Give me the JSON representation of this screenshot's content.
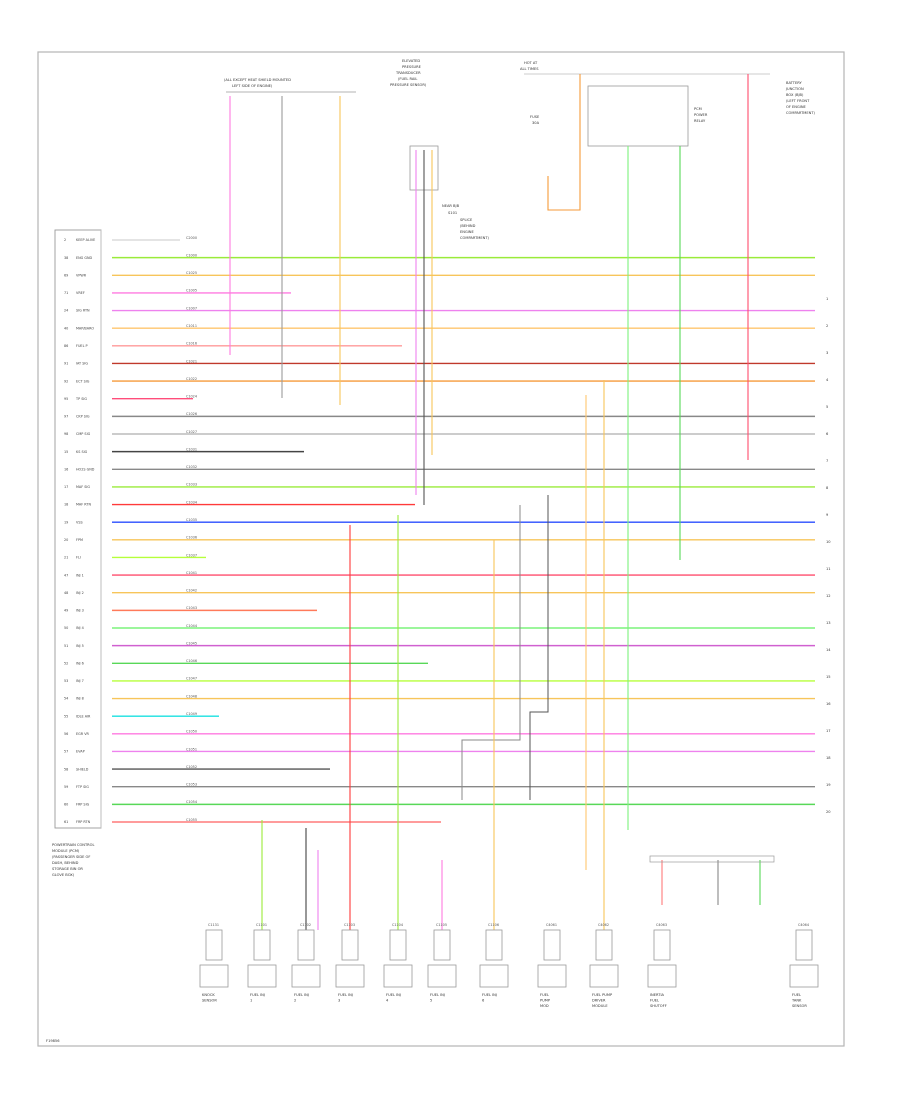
{
  "figure_code": "F19856",
  "pcm_label": [
    "POWERTRAIN CONTROL",
    "MODULE (PCM)",
    "(PASSENGER SIDE OF",
    "DASH, BEHIND",
    "STORAGE BIN OR",
    "GLOVE BOX)"
  ],
  "hot_at": [
    "HOT AT",
    "ALL TIMES"
  ],
  "junction_box": [
    "BATTERY",
    "JUNCTION",
    "BOX (BJB)",
    "(LEFT FRONT",
    "OF ENGINE",
    "COMPARTMENT)"
  ],
  "top_connector": [
    "(ALL EXCEPT HEAT SHIELD MOUNTED",
    "LEFT SIDE OF ENGINE)"
  ],
  "pressure_sensor": [
    "ELEVATED",
    "PRESSURE",
    "TRANSDUCER",
    "(FUEL RAIL",
    "PRESSURE SENSOR)"
  ],
  "splice_note": [
    "NEAR BJB",
    "S101",
    "SPLICE",
    "(BEHIND",
    "ENGINE",
    "COMPARTMENT)"
  ],
  "fuse_note": [
    "FUSE",
    "30A"
  ],
  "relay_note": [
    "PCM",
    "POWER",
    "RELAY"
  ],
  "wire_rows": [
    {
      "pin": "2",
      "label": "KEEP ALIVE",
      "color": "#dcdcdc",
      "code": "C2000"
    },
    {
      "pin": "38",
      "label": "ENG GND",
      "color": "#9aeb3a",
      "code": "C1000"
    },
    {
      "pin": "69",
      "label": "VPWR",
      "color": "#f7c55a",
      "code": "C1025"
    },
    {
      "pin": "71",
      "label": "VREF",
      "color": "#ff7ae0",
      "code": "C1005"
    },
    {
      "pin": "24",
      "label": "SIG RTN",
      "color": "#ee82ee",
      "code": "C1007"
    },
    {
      "pin": "40",
      "label": "MAP/BARO",
      "color": "#ffc66e",
      "code": "C1011"
    },
    {
      "pin": "86",
      "label": "FUEL P",
      "color": "#ff9a9a",
      "code": "C1016"
    },
    {
      "pin": "91",
      "label": "IAT SIG",
      "color": "#c0392b",
      "code": "C1021"
    },
    {
      "pin": "92",
      "label": "ECT SIG",
      "color": "#f59a3a",
      "code": "C1022"
    },
    {
      "pin": "95",
      "label": "TP SIG",
      "color": "#ff4d7a",
      "code": "C1024"
    },
    {
      "pin": "97",
      "label": "CKP SIG",
      "color": "#888888",
      "code": "C1026"
    },
    {
      "pin": "98",
      "label": "CMP SIG",
      "color": "#bbbbbb",
      "code": "C1027"
    },
    {
      "pin": "15",
      "label": "KS SIG",
      "color": "#444444",
      "code": "C1031"
    },
    {
      "pin": "16",
      "label": "HO2S GND",
      "color": "#888888",
      "code": "C1032"
    },
    {
      "pin": "17",
      "label": "MAF SIG",
      "color": "#9aeb3a",
      "code": "C1033"
    },
    {
      "pin": "18",
      "label": "MAF RTN",
      "color": "#ff3a3a",
      "code": "C1034"
    },
    {
      "pin": "19",
      "label": "VSS",
      "color": "#2a4dff",
      "code": "C1035"
    },
    {
      "pin": "20",
      "label": "FPM",
      "color": "#f7c55a",
      "code": "C1036"
    },
    {
      "pin": "21",
      "label": "FLI",
      "color": "#b6ff3a",
      "code": "C1037"
    },
    {
      "pin": "47",
      "label": "INJ 1",
      "color": "#ff4d6d",
      "code": "C1041"
    },
    {
      "pin": "48",
      "label": "INJ 2",
      "color": "#f7c55a",
      "code": "C1042"
    },
    {
      "pin": "49",
      "label": "INJ 3",
      "color": "#ff7a5a",
      "code": "C1043"
    },
    {
      "pin": "50",
      "label": "INJ 4",
      "color": "#7cf37c",
      "code": "C1044"
    },
    {
      "pin": "51",
      "label": "INJ 5",
      "color": "#d060d0",
      "code": "C1045"
    },
    {
      "pin": "52",
      "label": "INJ 6",
      "color": "#58d858",
      "code": "C1046"
    },
    {
      "pin": "53",
      "label": "INJ 7",
      "color": "#b6ff3a",
      "code": "C1047"
    },
    {
      "pin": "54",
      "label": "INJ 8",
      "color": "#f7c55a",
      "code": "C1048"
    },
    {
      "pin": "55",
      "label": "IDLE AIR",
      "color": "#19e0e0",
      "code": "C1049"
    },
    {
      "pin": "56",
      "label": "EGR VR",
      "color": "#ff7ae0",
      "code": "C1050"
    },
    {
      "pin": "57",
      "label": "EVAP",
      "color": "#ee82ee",
      "code": "C1051"
    },
    {
      "pin": "58",
      "label": "SHIELD",
      "color": "#555555",
      "code": "C1052"
    },
    {
      "pin": "59",
      "label": "FTP SIG",
      "color": "#888888",
      "code": "C1053"
    },
    {
      "pin": "60",
      "label": "FRP SIG",
      "color": "#58d858",
      "code": "C1054"
    },
    {
      "pin": "61",
      "label": "FRP RTN",
      "color": "#ff7a7a",
      "code": "C1055"
    }
  ],
  "bottom_components": [
    {
      "label": [
        "KNOCK",
        "SENSOR"
      ],
      "code": "C1131"
    },
    {
      "label": [
        "FUEL INJ",
        "1"
      ],
      "code": "C1101"
    },
    {
      "label": [
        "FUEL INJ",
        "2"
      ],
      "code": "C1102"
    },
    {
      "label": [
        "FUEL INJ",
        "3"
      ],
      "code": "C1103"
    },
    {
      "label": [
        "FUEL INJ",
        "4"
      ],
      "code": "C1104"
    },
    {
      "label": [
        "FUEL INJ",
        "5"
      ],
      "code": "C1105"
    },
    {
      "label": [
        "FUEL INJ",
        "6"
      ],
      "code": "C1106"
    },
    {
      "label": [
        "FUEL",
        "PUMP",
        "MOD"
      ],
      "code": "C4061"
    },
    {
      "label": [
        "FUEL PUMP",
        "DRIVER",
        "MODULE"
      ],
      "code": "C4062"
    },
    {
      "label": [
        "INERTIA",
        "FUEL",
        "SHUTOFF"
      ],
      "code": "C4063"
    },
    {
      "label": [
        "FUEL",
        "TANK",
        "SENSOR"
      ],
      "code": "C4064"
    }
  ],
  "right_refs": [
    "1",
    "2",
    "3",
    "4",
    "5",
    "6",
    "7",
    "8",
    "9",
    "10",
    "11",
    "12",
    "13",
    "14",
    "15",
    "16",
    "17",
    "18",
    "19",
    "20"
  ]
}
